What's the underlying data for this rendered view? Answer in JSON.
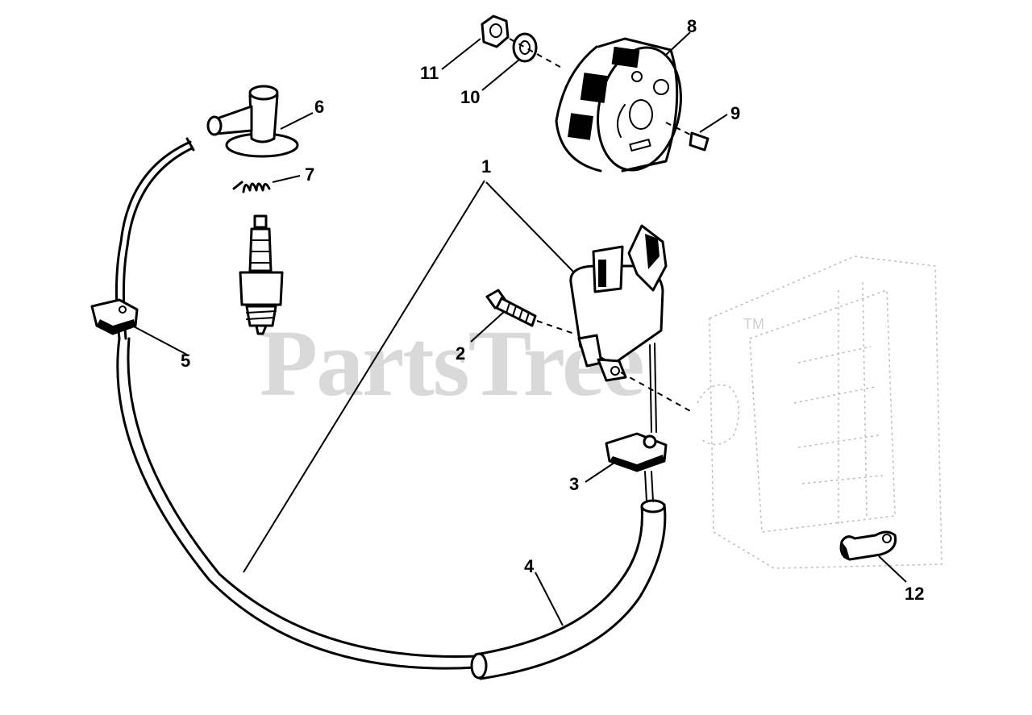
{
  "watermark": {
    "brand": "PartsTree",
    "trademark": "TM"
  },
  "callouts": {
    "c1": "1",
    "c2": "2",
    "c3": "3",
    "c4": "4",
    "c5": "5",
    "c6": "6",
    "c7": "7",
    "c8": "8",
    "c9": "9",
    "c10": "10",
    "c11": "11",
    "c12": "12"
  }
}
